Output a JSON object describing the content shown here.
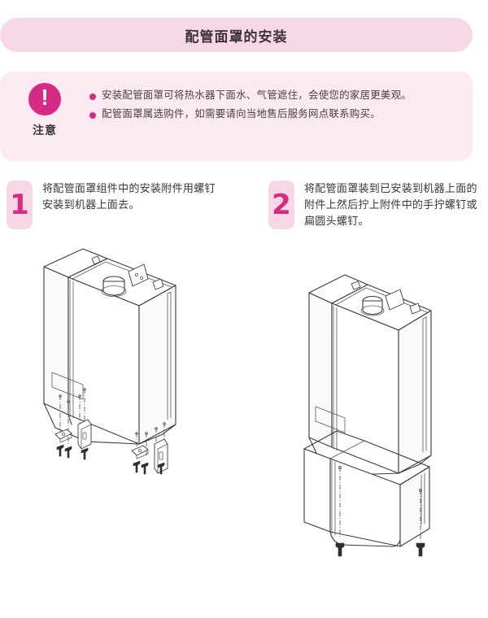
{
  "header": {
    "title": "配管面罩的安装"
  },
  "notice": {
    "icon": "exclamation-icon",
    "caption": "注意",
    "bullets": [
      "安装配管面罩可将热水器下面水、气管遮住，会使您的家居更美观。",
      "配管面罩属选购件，如需要请向当地售后服务网点联系购买。"
    ]
  },
  "steps": [
    {
      "number": "1",
      "text": "将配管面罩组件中的安装附件用螺钉安装到机器上面去。",
      "figure": "water-heater-with-brackets-diagram"
    },
    {
      "number": "2",
      "text": "将配管面罩装到已安装到机器上面的附件上然后拧上附件中的手拧螺钉或扁圆头螺钉。",
      "figure": "water-heater-with-pipe-cover-diagram"
    }
  ],
  "colors": {
    "accent": "#d62a84",
    "title_bg": "#f7d7e6",
    "notice_bg": "#fbeaf2",
    "text": "#3b3438",
    "line": "#3a3a3a"
  }
}
